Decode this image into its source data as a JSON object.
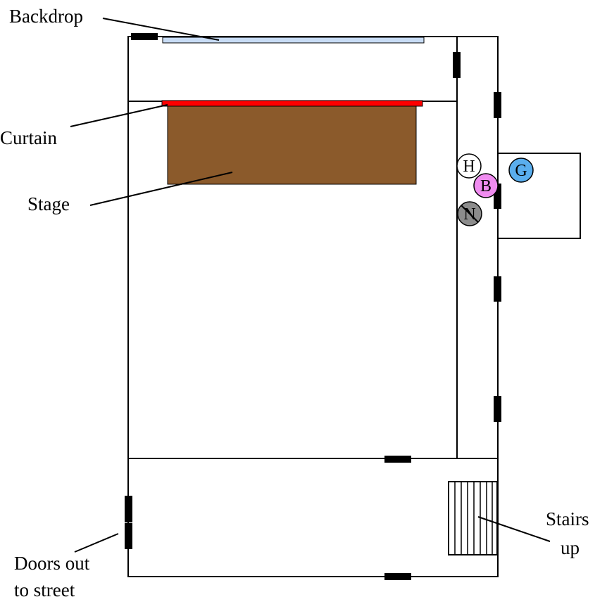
{
  "labels": {
    "backdrop": "Backdrop",
    "curtain": "Curtain",
    "stage": "Stage",
    "doors_line1": "Doors out",
    "doors_line2": "to street",
    "stairs_line1": "Stairs",
    "stairs_line2": "up"
  },
  "markers": [
    {
      "letter": "H",
      "color": "#ffffff"
    },
    {
      "letter": "G",
      "color": "#5aaeee"
    },
    {
      "letter": "B",
      "color": "#f08cf0"
    },
    {
      "letter": "N",
      "color": "#8c8c8c"
    }
  ],
  "colors": {
    "backdrop": "#c8dcf5",
    "curtain": "#ff0000",
    "stage": "#8b5a2b",
    "walls": "#000000"
  }
}
